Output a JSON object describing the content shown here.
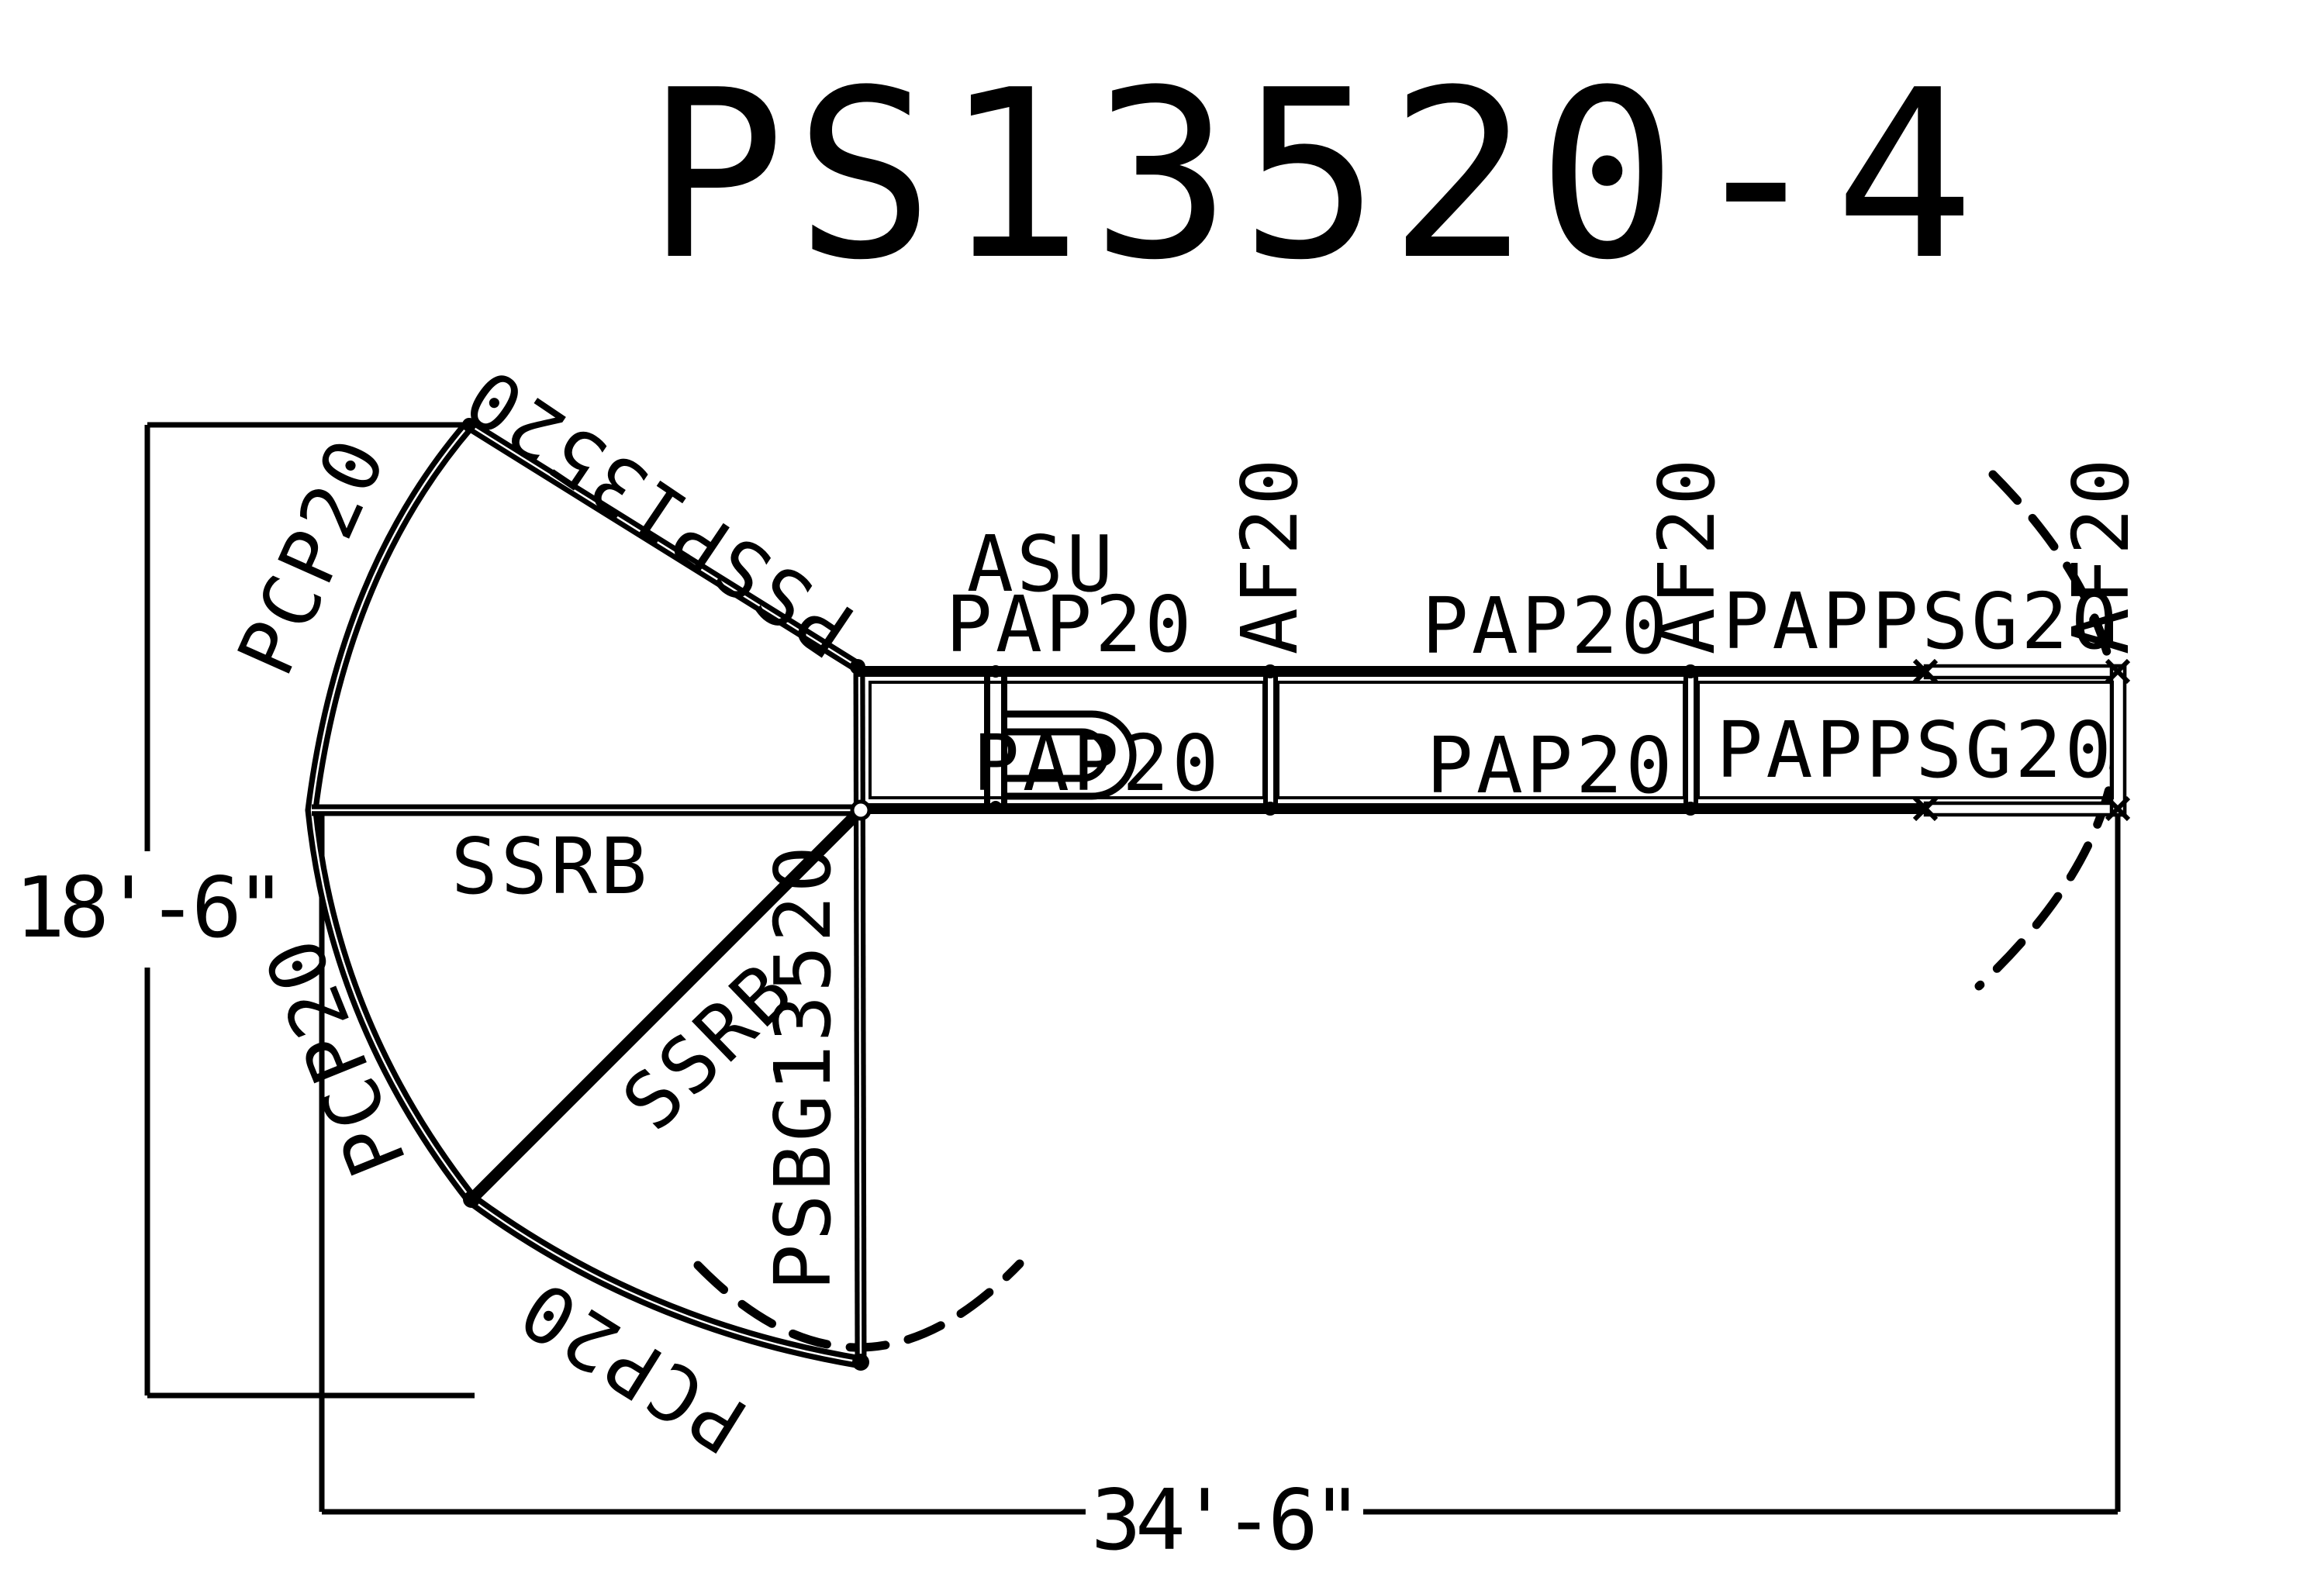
{
  "drawing": {
    "title": "PS13520-4"
  },
  "panel_labels": {
    "pcp20_upper_arc": "PCP20",
    "pssp13520_chord": "PSSP13520",
    "ssrb_horizontal": "SSRB",
    "ssrb_diagonal": "SSRB",
    "pcp20_lower_left_arc": "PCP20",
    "pcp20_bottom_arc": "PCP20",
    "psbg13520_vertical": "PSBG13520",
    "asu": "ASU",
    "pap20_top_seg1": "PAP20",
    "pap20_inner_seg1": "PAP20",
    "af20_divider1": "AF20",
    "pap20_top_seg2": "PAP20",
    "pap20_inner_seg2": "PAP20",
    "af20_divider2": "AF20",
    "pappsg20_top_seg3": "PAPPSG20",
    "pappsg20_inner_seg3": "PAPPSG20",
    "af20_right_end": "AF20"
  },
  "dimensions": {
    "height": "18'-6\"",
    "width": "34'-6\""
  },
  "colors": {
    "ink": "#000000",
    "paper": "#ffffff"
  }
}
